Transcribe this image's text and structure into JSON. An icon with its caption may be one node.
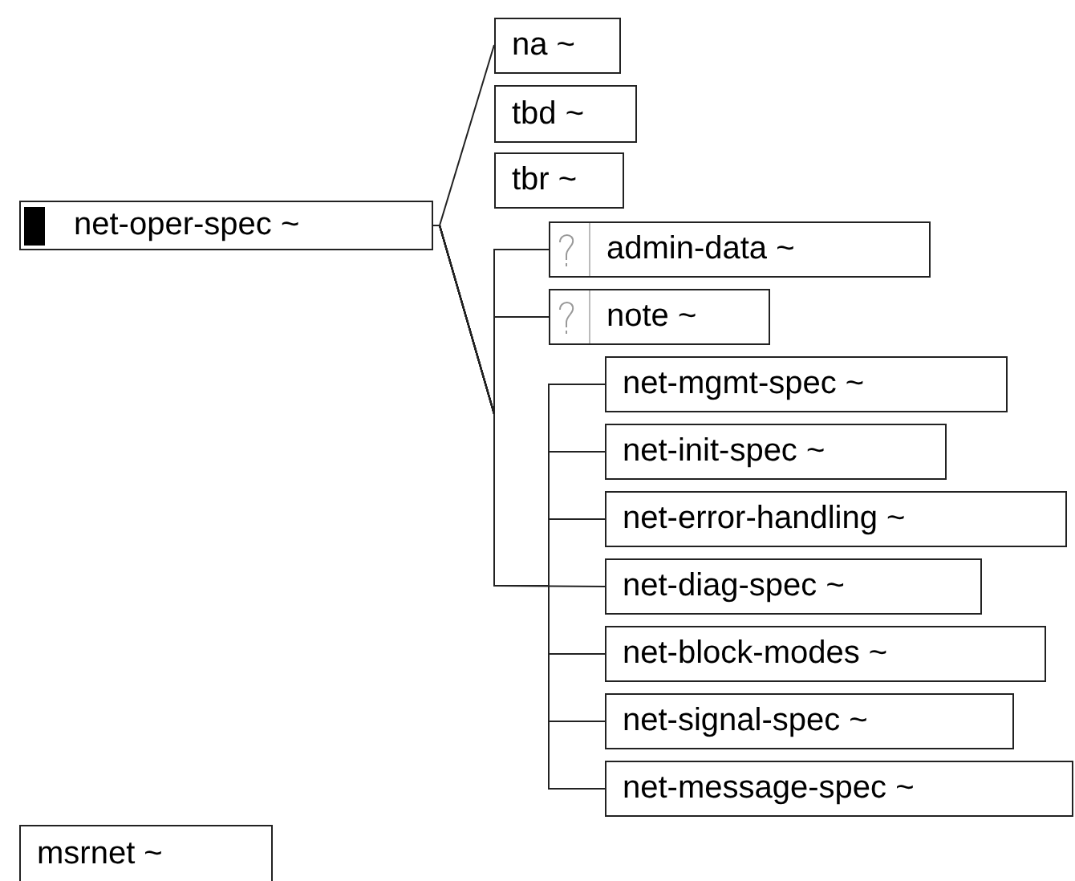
{
  "diagram": {
    "nodes": [
      {
        "text": [
          "net-oper-spec ~"
        ]
      },
      {
        "text": [
          "na ~"
        ]
      },
      {
        "text": [
          "tbd ~"
        ]
      },
      {
        "text": [
          "tbr ~"
        ]
      },
      {
        "text": [
          "admin-data ~"
        ]
      },
      {
        "text": [
          "note ~"
        ]
      },
      {
        "text": [
          "net-mgmt-spec ~"
        ]
      },
      {
        "text": [
          "net-init-spec ~"
        ]
      },
      {
        "text": [
          "net-error-handling ~"
        ]
      },
      {
        "text": [
          "net-diag-spec ~"
        ]
      },
      {
        "text": [
          "net-block-modes ~"
        ]
      },
      {
        "text": [
          "net-signal-spec ~"
        ]
      },
      {
        "text": [
          "net-message-spec ~"
        ]
      },
      {
        "text": [
          "msrnet ~"
        ]
      }
    ],
    "edges": [
      {
        "from": 0,
        "to": 1,
        "arrow": "none"
      },
      {
        "from": 0,
        "to": 4,
        "arrow": "none"
      },
      {
        "from": 0,
        "to": 5,
        "arrow": "none"
      },
      {
        "from": 0,
        "to": 6,
        "arrow": "none"
      },
      {
        "from": 0,
        "to": 7,
        "arrow": "none"
      },
      {
        "from": 0,
        "to": 8,
        "arrow": "none"
      },
      {
        "from": 0,
        "to": 9,
        "arrow": "none"
      },
      {
        "from": 0,
        "to": 10,
        "arrow": "none"
      },
      {
        "from": 0,
        "to": 11,
        "arrow": "none"
      },
      {
        "from": 0,
        "to": 12,
        "arrow": "none"
      }
    ]
  }
}
